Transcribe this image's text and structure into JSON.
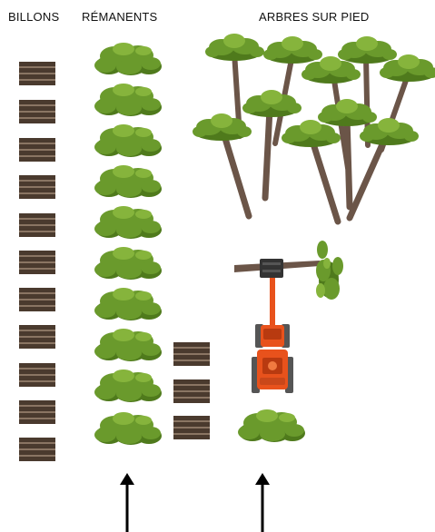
{
  "labels": {
    "logs": "BILLONS",
    "slash": "RÉMANENTS",
    "standing_trees": "ARBRES SUR PIED"
  },
  "colors": {
    "log_dark": "#4a3a2e",
    "log_light": "#8a7563",
    "foliage": "#6a9a2c",
    "foliage_dark": "#4f7a1c",
    "foliage_light": "#86b43c",
    "trunk": "#6b5548",
    "machine": "#e8521c",
    "machine_dark": "#b83a10",
    "head": "#333333",
    "arrow": "#000000"
  },
  "icons": {
    "log_stack": "log-stack-icon",
    "bush": "bush-icon",
    "tree": "tree-icon",
    "harvester": "harvester-icon",
    "arrow": "arrow-up-icon"
  }
}
